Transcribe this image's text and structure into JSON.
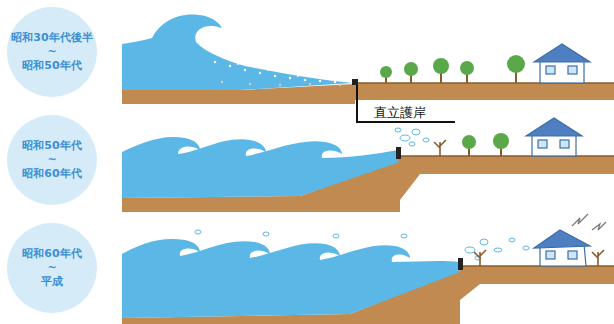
{
  "diagram": {
    "nodes": [
      {
        "text": [
          "昭和30年代後半 ~ 昭和50年代"
        ]
      },
      {
        "text": [
          "昭和50年代 ~ 昭和60年代"
        ]
      },
      {
        "text": [
          "昭和60年代 ~ 平成"
        ]
      }
    ],
    "labels": [
      "直立護岸"
    ]
  }
}
